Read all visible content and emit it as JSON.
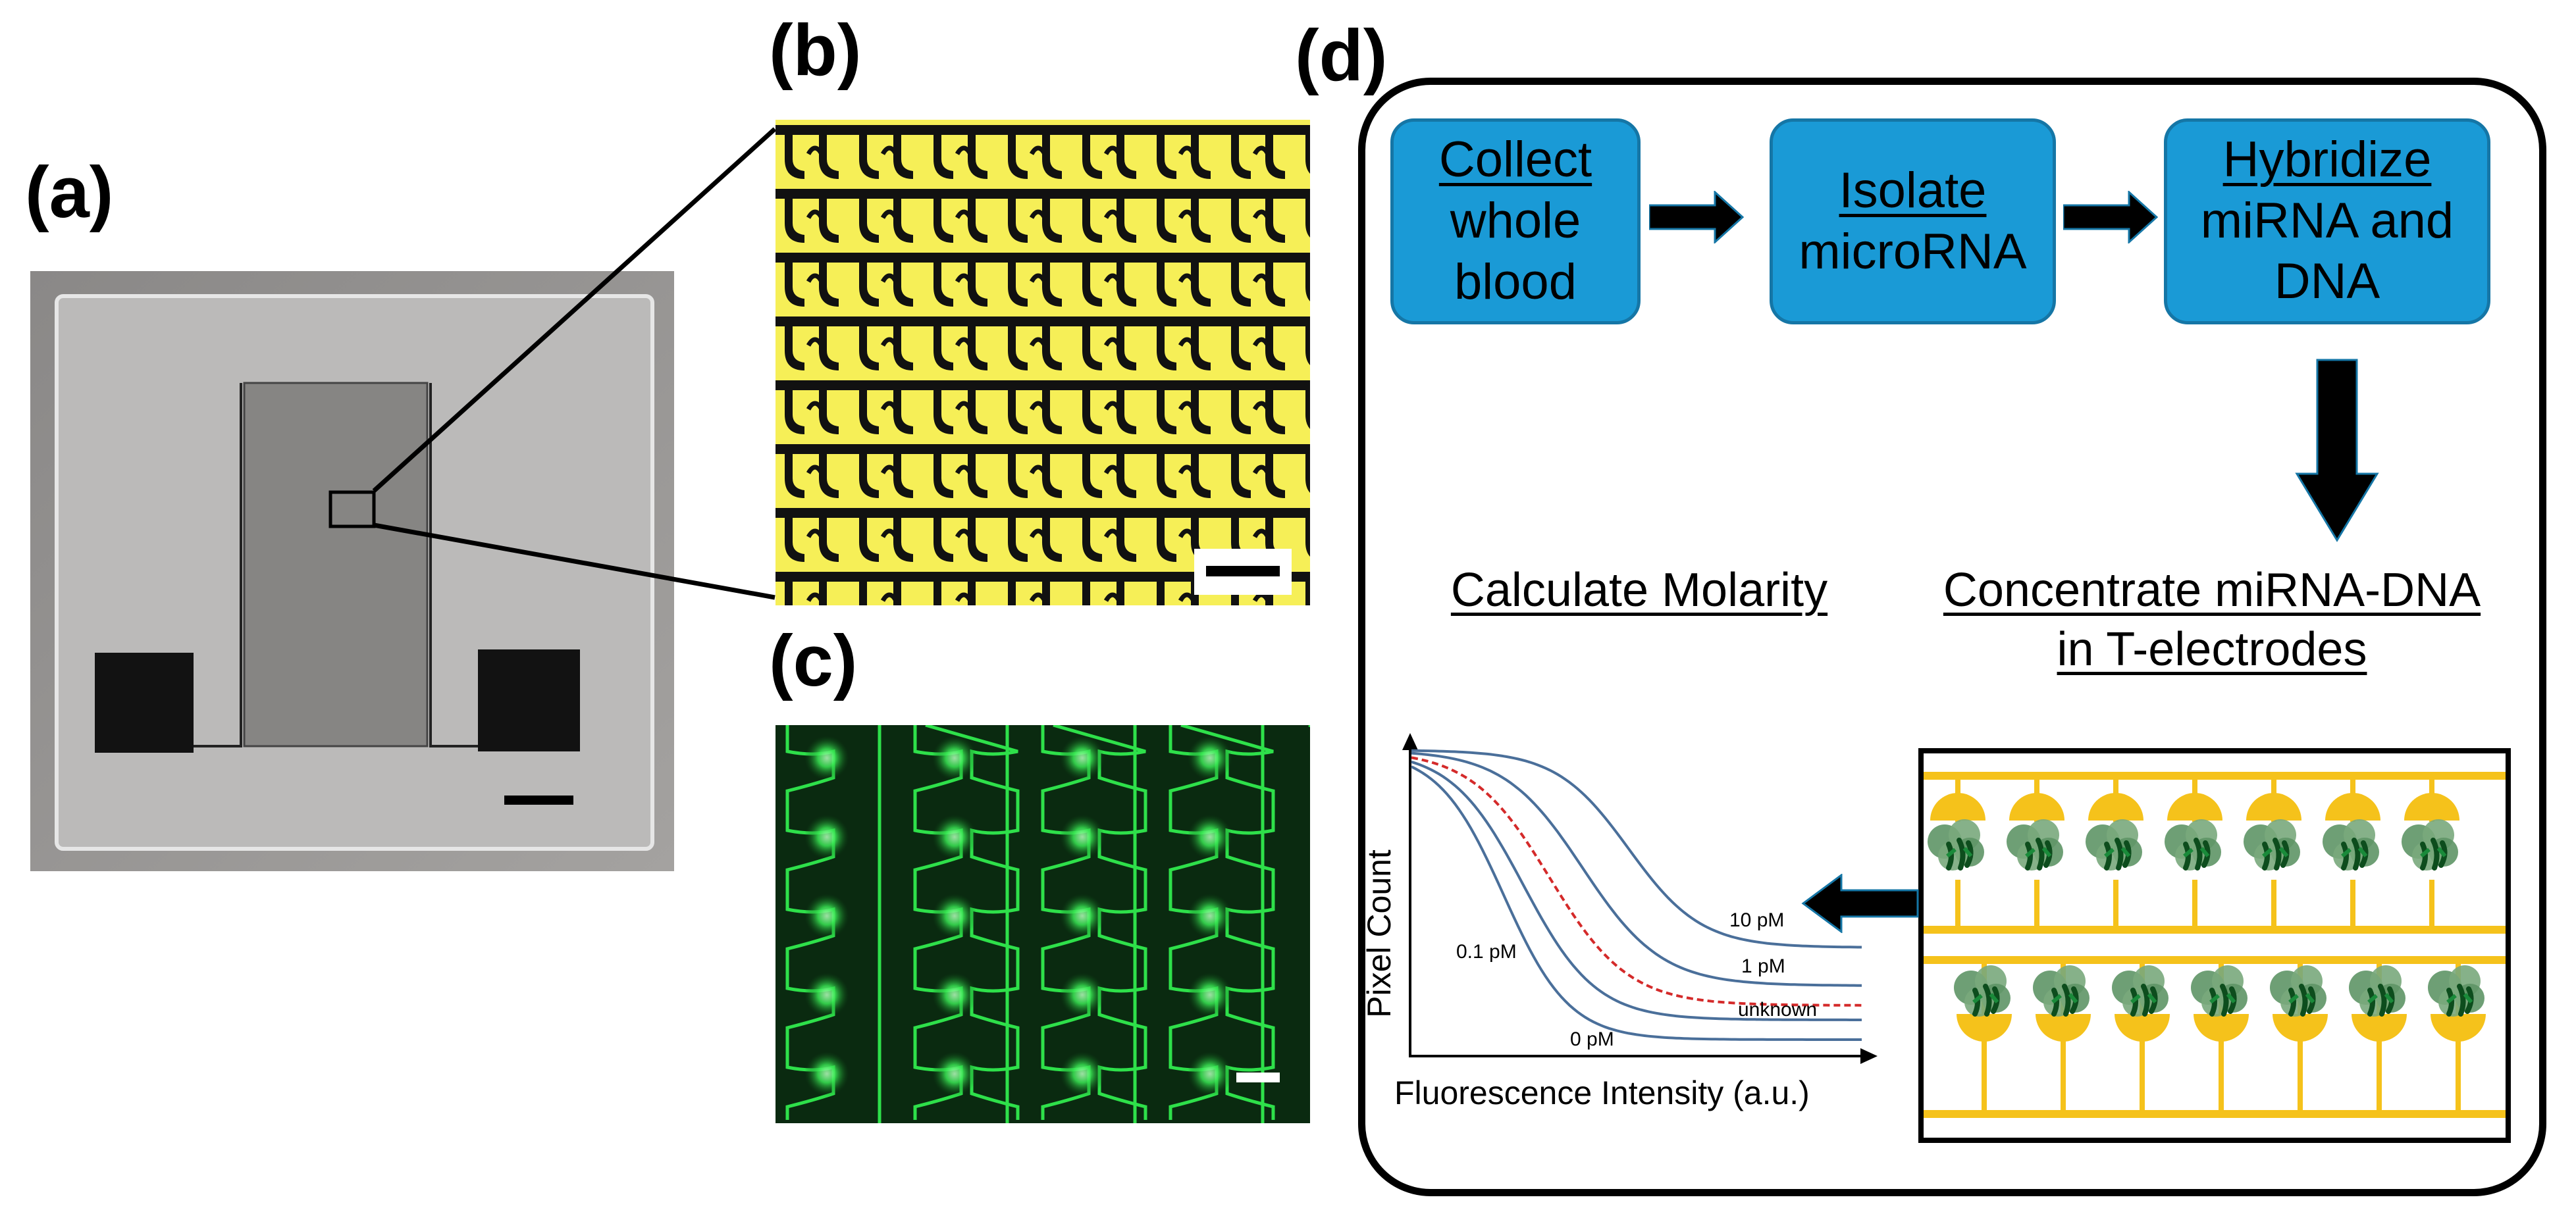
{
  "panels": {
    "a": {
      "label": "(a)"
    },
    "b": {
      "label": "(b)"
    },
    "c": {
      "label": "(c)"
    },
    "d": {
      "label": "(d)"
    }
  },
  "workflow": {
    "steps": [
      {
        "underlined": "Collect",
        "rest_line1": "whole",
        "rest_line2": "blood"
      },
      {
        "underlined": "Isolate",
        "rest_line1": "microRNA",
        "rest_line2": ""
      },
      {
        "underlined": "Hybridize",
        "rest_line1": "miRNA and",
        "rest_line2": "DNA"
      }
    ],
    "concentrate_line1": "Concentrate miRNA-DNA",
    "concentrate_line2": "in T-electrodes",
    "calculate": "Calculate Molarity"
  },
  "chart_data": {
    "type": "line",
    "xlabel": "Fluorescence Intensity (a.u.)",
    "ylabel": "Pixel Count",
    "series": [
      {
        "name": "10 pM",
        "style": "solid",
        "color": "#4a6f9a"
      },
      {
        "name": "1 pM",
        "style": "solid",
        "color": "#4a6f9a"
      },
      {
        "name": "unknown",
        "style": "dashed",
        "color": "#d42a2a"
      },
      {
        "name": "0.1 pM",
        "style": "solid",
        "color": "#4a6f9a"
      },
      {
        "name": "0 pM",
        "style": "solid",
        "color": "#4a6f9a"
      }
    ]
  },
  "colors": {
    "step_fill": "#1a9ad6",
    "electrode_gold": "#f5c21b",
    "fluorescence_green": "#2ee04a"
  }
}
